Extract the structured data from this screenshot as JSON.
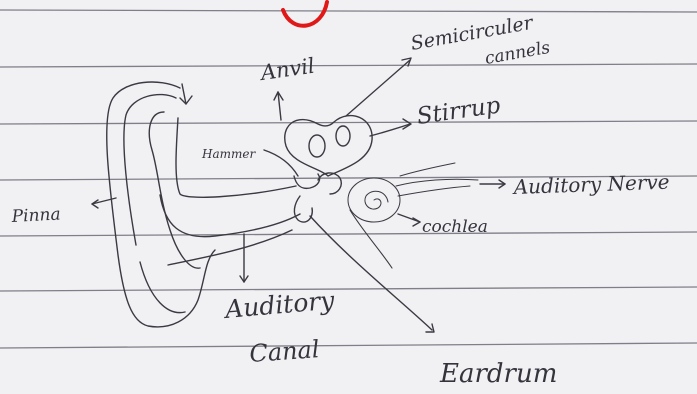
{
  "diagram": {
    "labels": {
      "anvil": "Anvil",
      "semicircular_1": "Semicirculer",
      "semicircular_2": "cannels",
      "stirrup": "Stirrup",
      "hammer": "Hammer",
      "auditory_nerve": "Auditory Nerve",
      "pinna": "Pinna",
      "cochlea": "cochlea",
      "auditory_canal_1": "Auditory",
      "auditory_canal_2": "Canal",
      "eardrum": "Eardrum"
    }
  },
  "colors": {
    "paper": "#f1f0f3",
    "ruled_line": "#5a5a66",
    "pencil": "#3a3a42",
    "red_mark": "#e01818"
  }
}
